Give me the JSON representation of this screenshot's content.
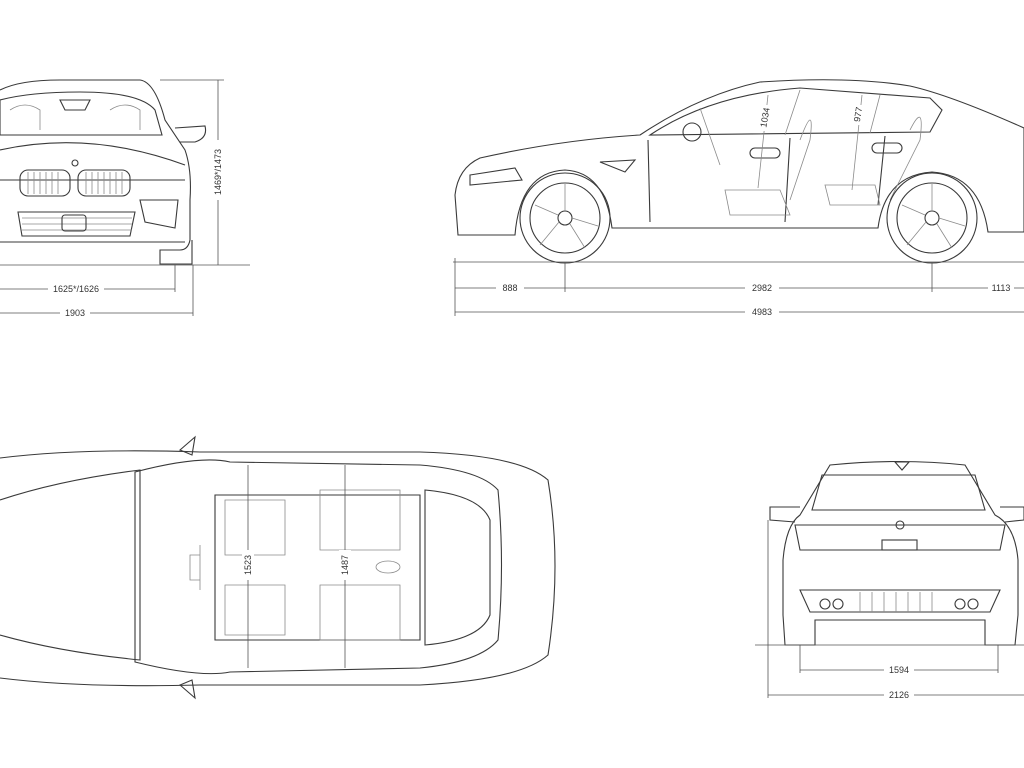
{
  "views": {
    "front": {
      "height_label": "1469*/1473",
      "track_label": "1625*/1626",
      "width_label": "1903"
    },
    "side": {
      "front_overhang_label": "888",
      "wheelbase_label": "2982",
      "rear_overhang_label": "1113",
      "length_label": "4983",
      "front_headroom_label": "1034",
      "rear_headroom_label": "977"
    },
    "top": {
      "front_shoulder_label": "1523",
      "rear_shoulder_label": "1487"
    },
    "rear": {
      "track_label": "1594",
      "width_mirrors_label": "2126"
    }
  },
  "colors": {
    "line": "#3a3a3a",
    "background": "#ffffff"
  }
}
